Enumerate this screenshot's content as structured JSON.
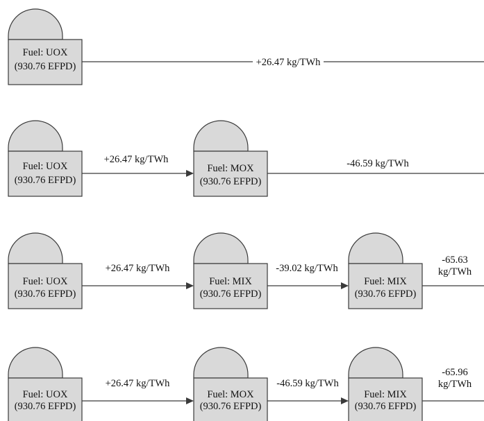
{
  "scenarios": [
    {
      "reactors": [
        {
          "fuel": "Fuel: UOX",
          "efpd": "(930.76 EFPD)"
        }
      ],
      "flows": [
        {
          "label": "+26.47 kg/TWh"
        }
      ]
    },
    {
      "reactors": [
        {
          "fuel": "Fuel: UOX",
          "efpd": "(930.76 EFPD)"
        },
        {
          "fuel": "Fuel: MOX",
          "efpd": "(930.76 EFPD)"
        }
      ],
      "flows": [
        {
          "label": "+26.47 kg/TWh"
        },
        {
          "label": "-46.59 kg/TWh"
        }
      ]
    },
    {
      "reactors": [
        {
          "fuel": "Fuel: UOX",
          "efpd": "(930.76 EFPD)"
        },
        {
          "fuel": "Fuel: MIX",
          "efpd": "(930.76 EFPD)"
        },
        {
          "fuel": "Fuel: MIX",
          "efpd": "(930.76 EFPD)"
        }
      ],
      "flows": [
        {
          "label": "+26.47 kg/TWh"
        },
        {
          "label": "-39.02 kg/TWh"
        },
        {
          "label": "-65.63",
          "label2": "kg/TWh"
        }
      ]
    },
    {
      "reactors": [
        {
          "fuel": "Fuel: UOX",
          "efpd": "(930.76 EFPD)"
        },
        {
          "fuel": "Fuel: MOX",
          "efpd": "(930.76 EFPD)"
        },
        {
          "fuel": "Fuel: MIX",
          "efpd": "(930.76 EFPD)"
        }
      ],
      "flows": [
        {
          "label": "+26.47 kg/TWh"
        },
        {
          "label": "-46.59 kg/TWh"
        },
        {
          "label": "-65.96",
          "label2": "kg/TWh"
        }
      ]
    }
  ]
}
